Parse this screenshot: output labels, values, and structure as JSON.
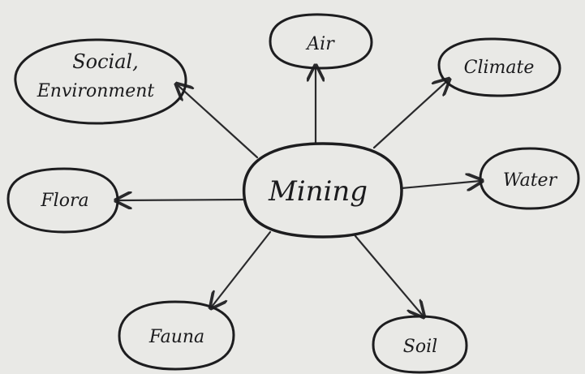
{
  "diagram": {
    "center": {
      "id": "mining",
      "label": "Mining"
    },
    "nodes": [
      {
        "id": "air",
        "label": "Air"
      },
      {
        "id": "climate",
        "label": "Climate"
      },
      {
        "id": "social-environment",
        "label": "Social Environment",
        "lines": [
          "Social,",
          "Environment"
        ]
      },
      {
        "id": "water",
        "label": "Water"
      },
      {
        "id": "flora",
        "label": "Flora"
      },
      {
        "id": "fauna",
        "label": "Fauna"
      },
      {
        "id": "soil",
        "label": "Soil"
      }
    ],
    "edges": [
      {
        "from": "mining",
        "to": "air"
      },
      {
        "from": "mining",
        "to": "climate"
      },
      {
        "from": "mining",
        "to": "social-environment"
      },
      {
        "from": "mining",
        "to": "water"
      },
      {
        "from": "mining",
        "to": "flora"
      },
      {
        "from": "mining",
        "to": "fauna"
      },
      {
        "from": "mining",
        "to": "soil"
      }
    ],
    "style": {
      "ink": "#1d1d1f",
      "paper": "#e9e9e6"
    }
  }
}
